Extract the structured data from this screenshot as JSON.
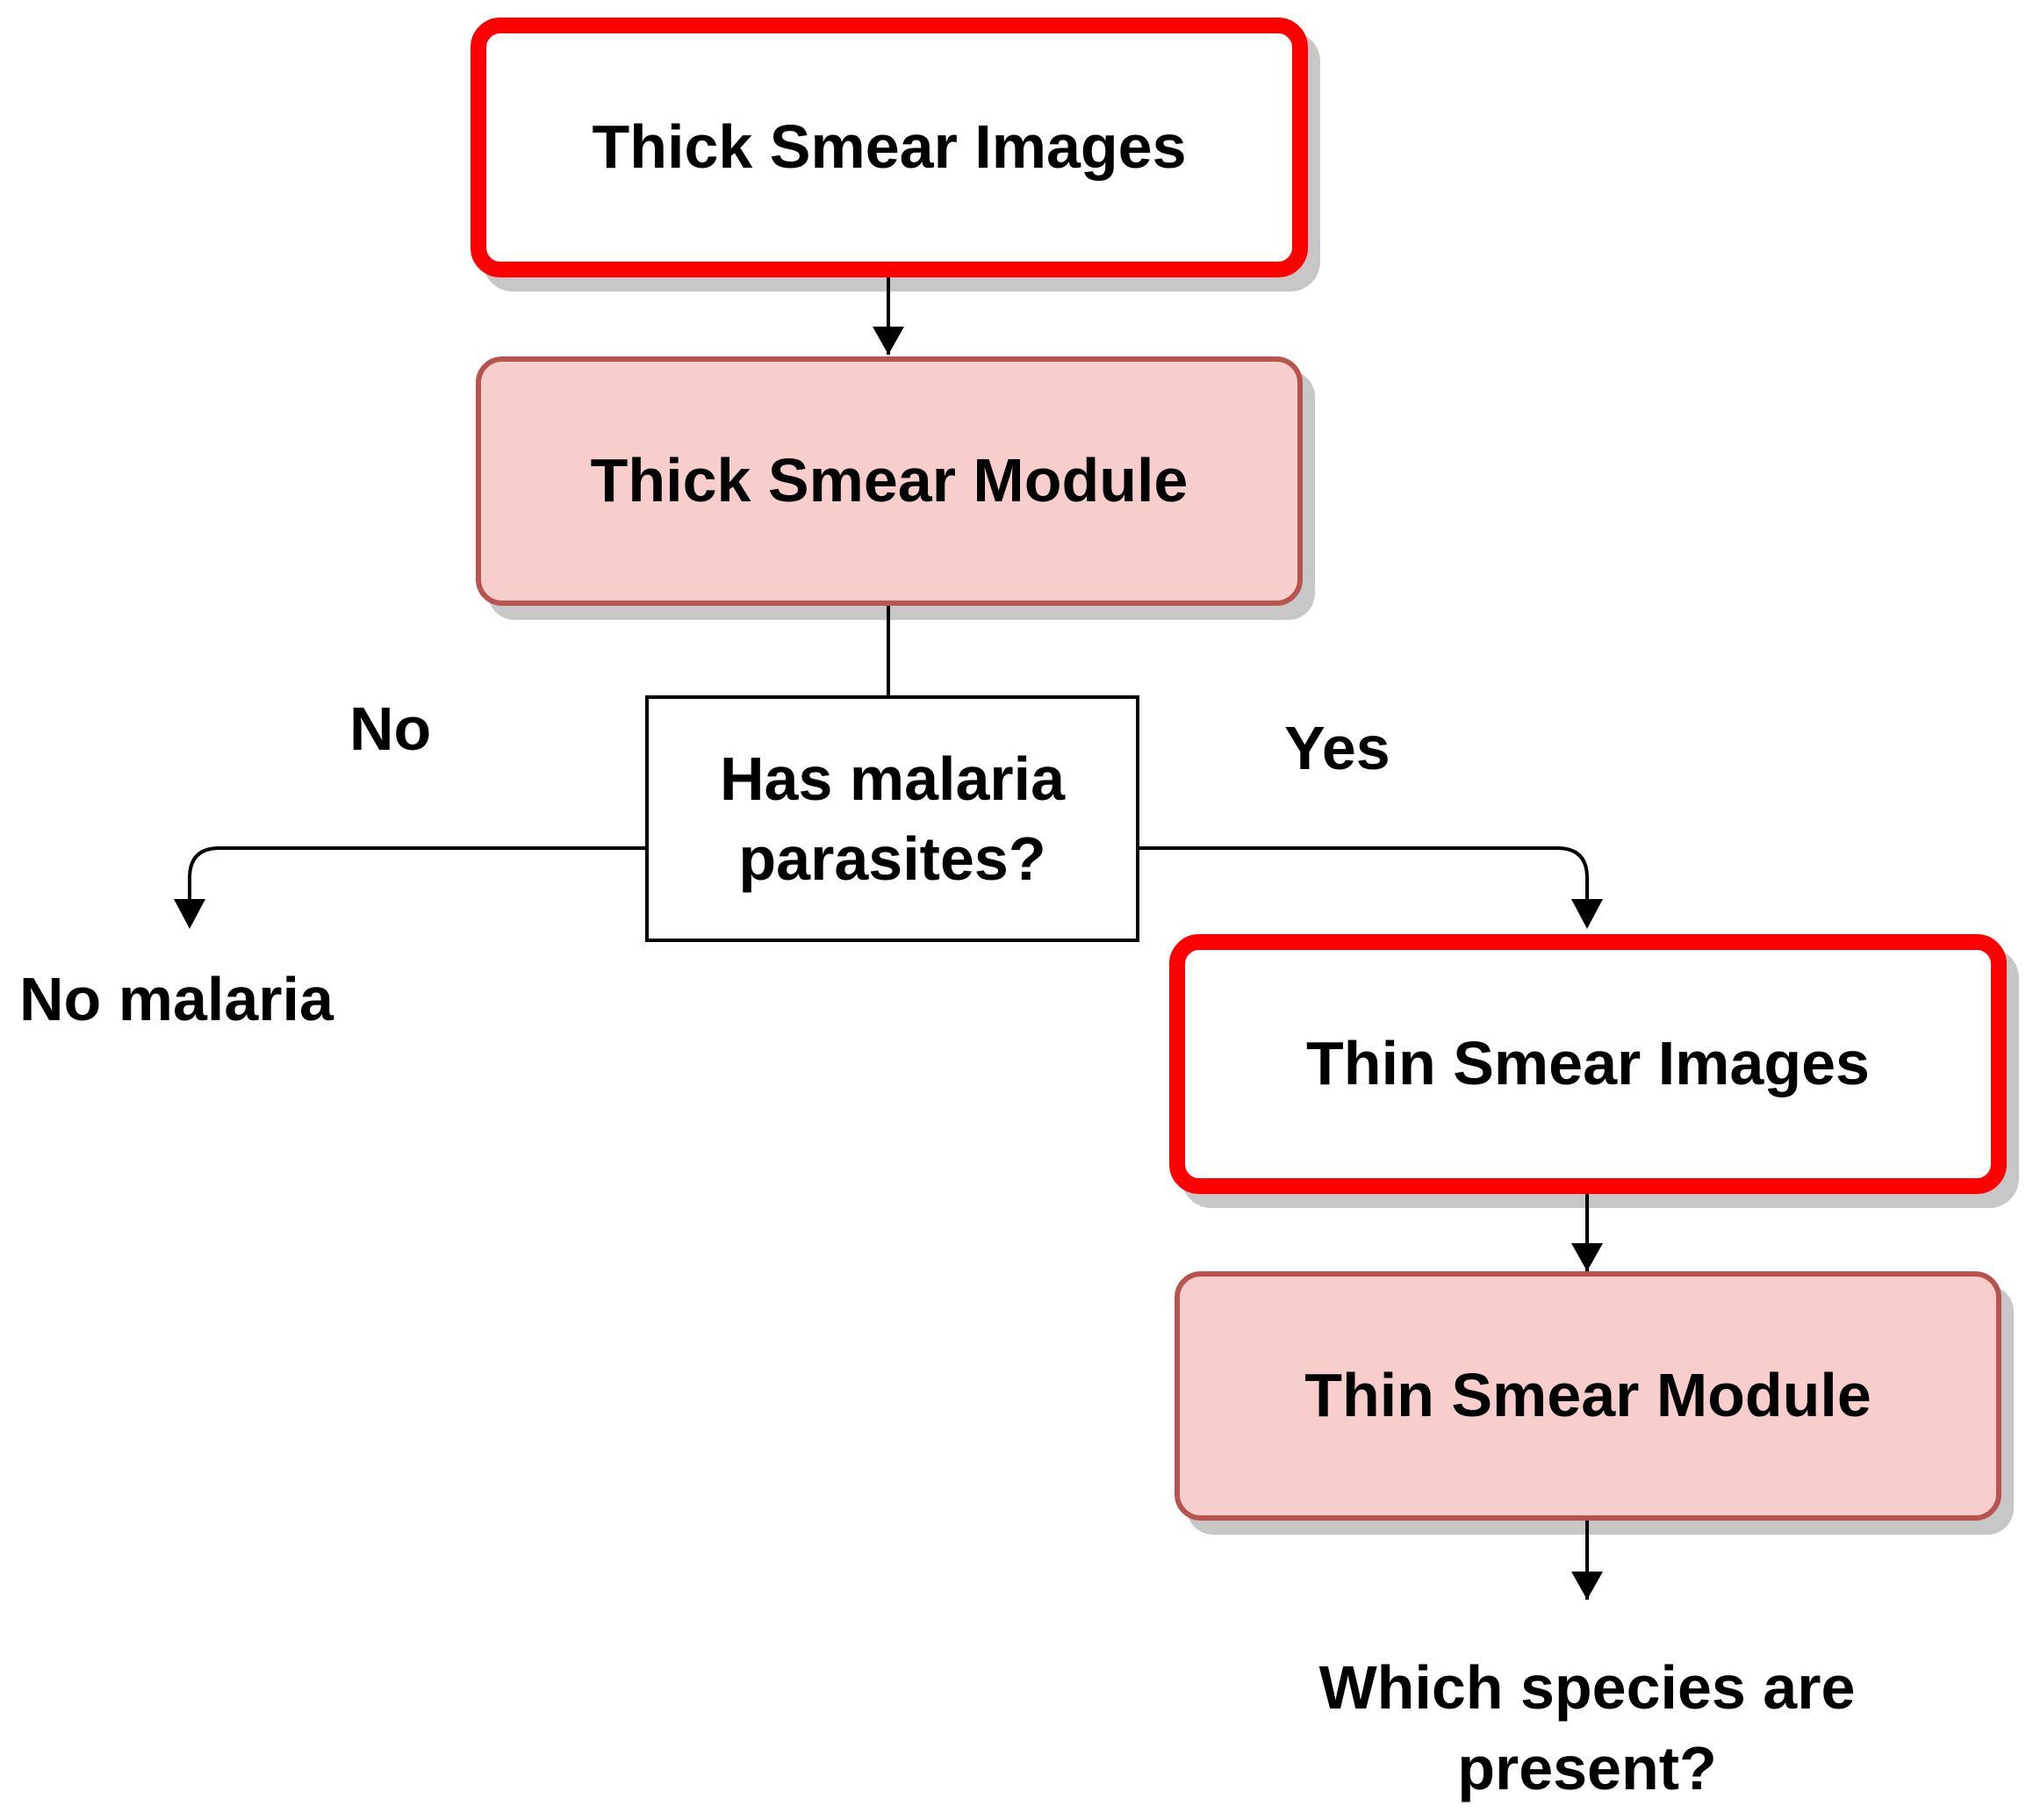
{
  "nodes": {
    "thick_images": "Thick Smear Images",
    "thick_module": "Thick Smear Module",
    "decision_line1": "Has malaria",
    "decision_line2": "parasites?",
    "thin_images": "Thin Smear Images",
    "thin_module": "Thin Smear Module"
  },
  "labels": {
    "no": "No",
    "yes": "Yes",
    "no_malaria": "No malaria",
    "species_line1": "Which species are",
    "species_line2": "present?"
  },
  "colors": {
    "image_border": "#ff0000",
    "module_fill": "#f8cecc",
    "module_border": "#b85450",
    "edge": "#000000"
  }
}
